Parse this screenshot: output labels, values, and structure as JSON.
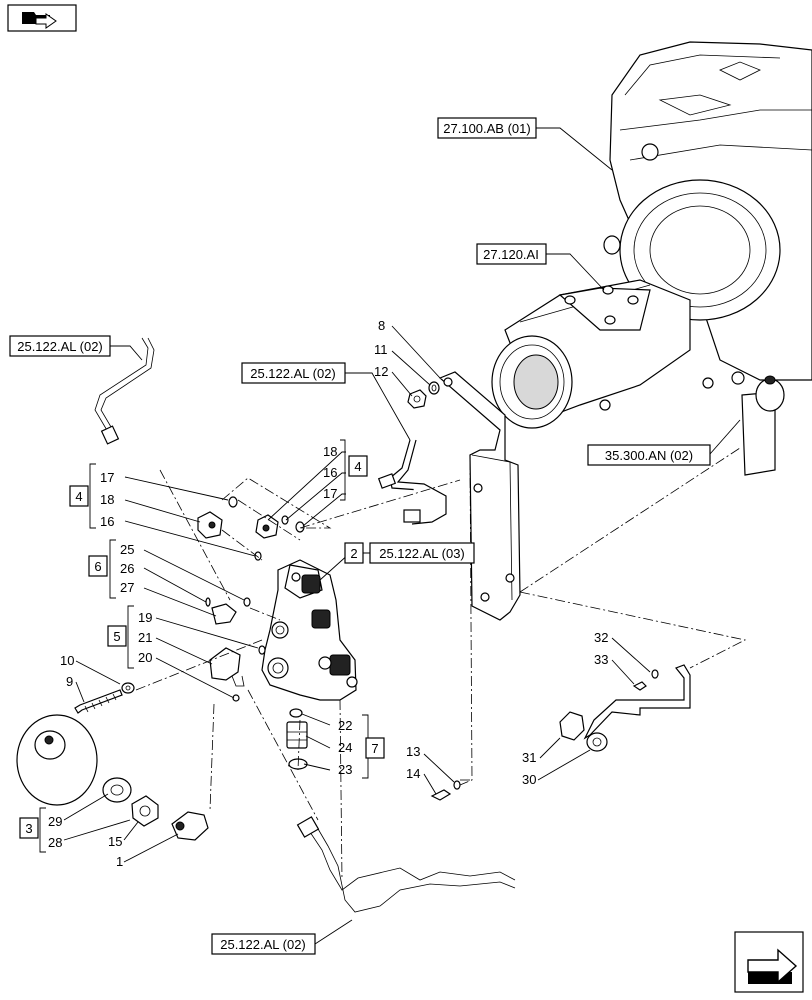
{
  "nav": {
    "top_icon": "book-arrow-icon",
    "bottom_icon": "next-page-arrow-icon"
  },
  "refs": {
    "r1": "27.100.AB (01)",
    "r2": "27.120.AI",
    "r3": "25.122.AL (02)",
    "r4": "25.122.AL (02)",
    "r5": "35.300.AN (02)",
    "r6": "25.122.AL (03)",
    "r7": "25.122.AL (02)"
  },
  "groups": {
    "g4a": "4",
    "g4b": "4",
    "g6": "6",
    "g5": "5",
    "g2": "2",
    "g7": "7",
    "g3": "3"
  },
  "parts": {
    "p17a": "17",
    "p18a": "18",
    "p16a": "16",
    "p18b": "18",
    "p16b": "16",
    "p17b": "17",
    "p25": "25",
    "p26": "26",
    "p27": "27",
    "p19": "19",
    "p21": "21",
    "p20": "20",
    "p10": "10",
    "p9": "9",
    "p22": "22",
    "p24": "24",
    "p23": "23",
    "p29": "29",
    "p28": "28",
    "p15": "15",
    "p1": "1",
    "p8": "8",
    "p11": "11",
    "p12": "12",
    "p13": "13",
    "p14": "14",
    "p32": "32",
    "p33": "33",
    "p31": "31",
    "p30": "30"
  }
}
